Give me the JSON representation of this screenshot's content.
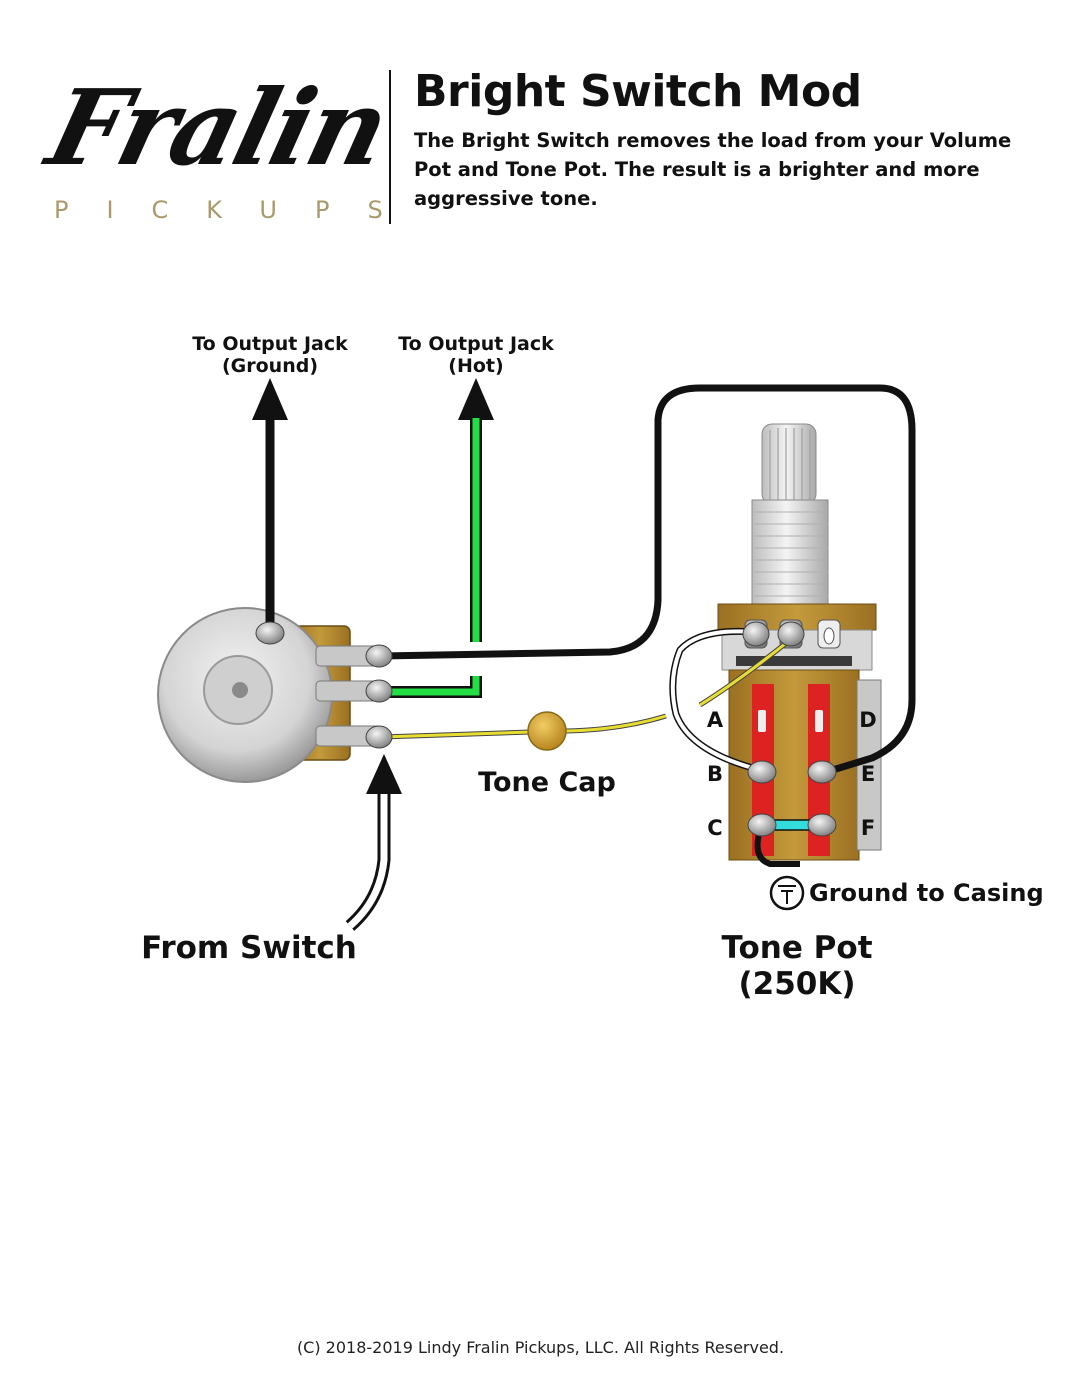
{
  "logo": {
    "script": "Fralin",
    "sub": "PICKUPS"
  },
  "header": {
    "title": "Bright Switch Mod",
    "description": "The Bright Switch removes the load from your Volume Pot and Tone Pot. The result is a brighter and more aggressive tone."
  },
  "labels": {
    "output_ground_1": "To Output Jack",
    "output_ground_2": "(Ground)",
    "output_hot_1": "To Output Jack",
    "output_hot_2": "(Hot)",
    "tone_cap": "Tone Cap",
    "from_switch": "From Switch",
    "tone_pot_1": "Tone Pot",
    "tone_pot_2": "(250K)",
    "ground_casing": "Ground to Casing",
    "term_a": "A",
    "term_b": "B",
    "term_c": "C",
    "term_d": "D",
    "term_e": "E",
    "term_f": "F"
  },
  "colors": {
    "wire_black": "#111111",
    "wire_green": "#22dd44",
    "wire_yellow": "#e8dd33",
    "wire_white": "#ffffff",
    "jumper_cyan": "#33dddd",
    "pot_brass": "#b8892c",
    "switch_red": "#dd2222",
    "cap_gold": "#d9a83a",
    "logo_sub": "#a89a6c"
  },
  "icons": {
    "ground": "ground-symbol-icon",
    "arrow": "arrow-up-icon"
  },
  "footer": "(C) 2018-2019 Lindy Fralin Pickups, LLC. All Rights Reserved."
}
